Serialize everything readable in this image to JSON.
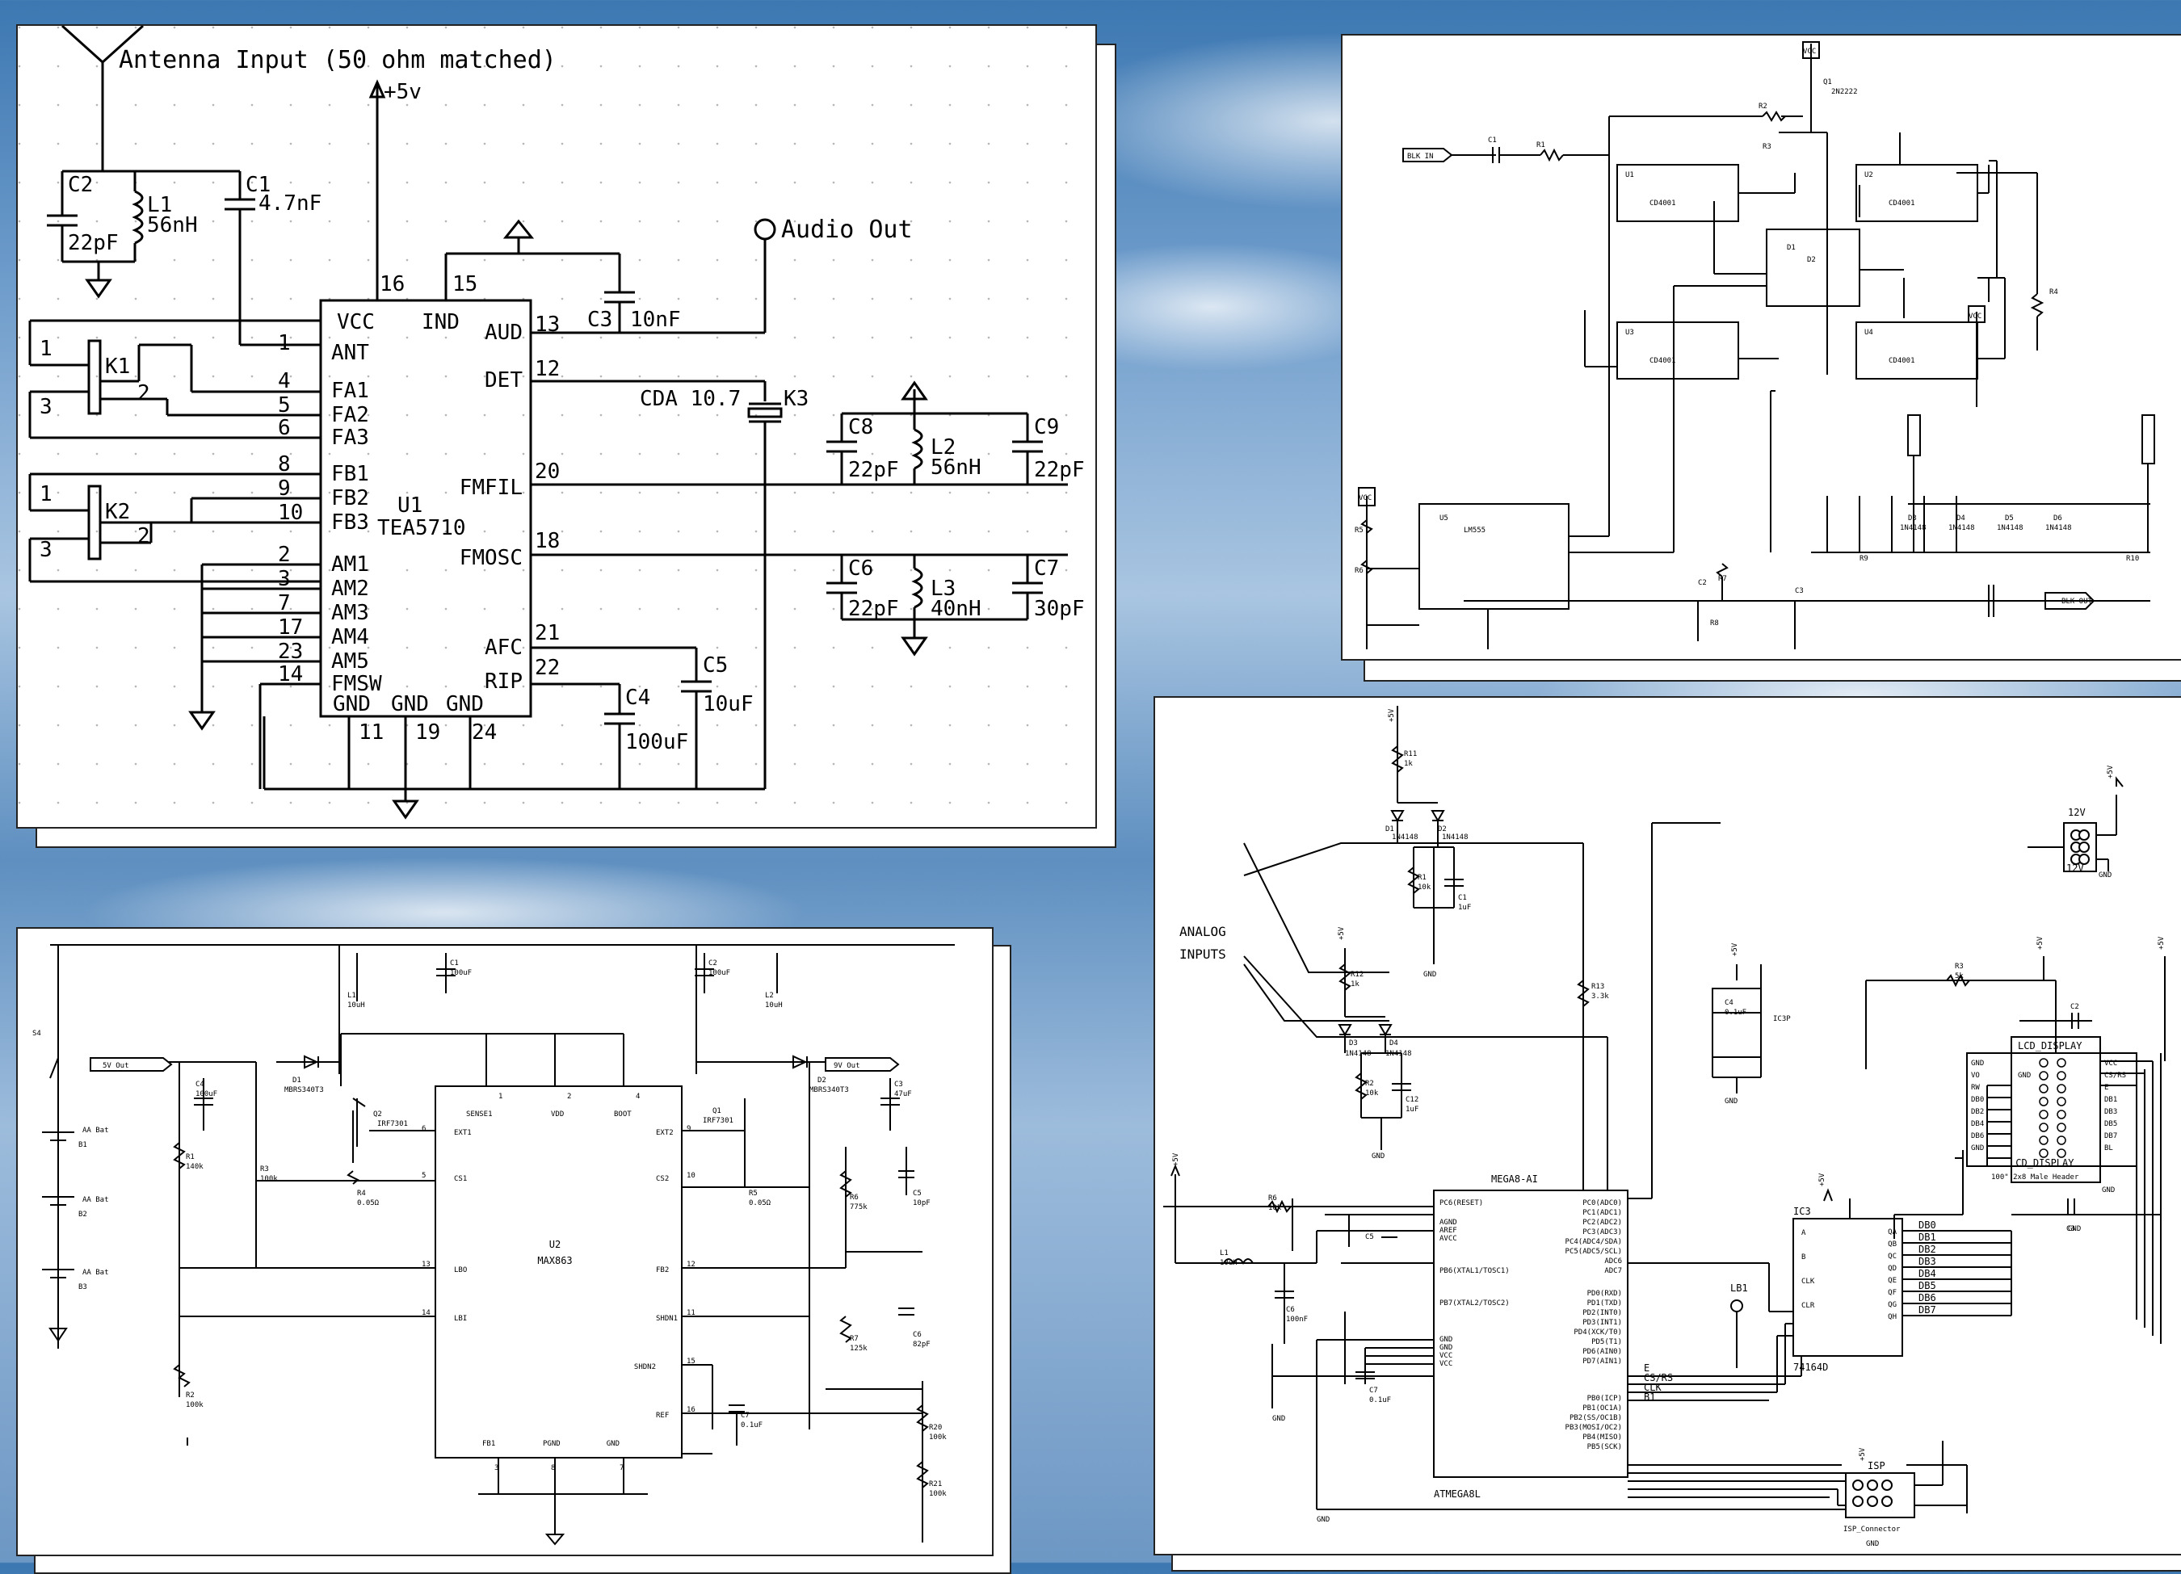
{
  "fm_schematic": {
    "antenna_label": "Antenna Input (50 ohm matched)",
    "supply_label": "+5v",
    "audio_out_label": "Audio Out",
    "ic_ref": "U1",
    "ic_part": "TEA5710",
    "pins_left": [
      "ANT",
      "FA1",
      "FA2",
      "FA3",
      "FB1",
      "FB2",
      "FB3",
      "AM1",
      "AM2",
      "AM3",
      "AM4",
      "AM5",
      "FMSW"
    ],
    "pin_nums_left": [
      "1",
      "4",
      "5",
      "6",
      "8",
      "9",
      "10",
      "2",
      "3",
      "7",
      "17",
      "23",
      "14"
    ],
    "pins_top": [
      "VCC",
      "IND"
    ],
    "pin_nums_top": [
      "16",
      "15"
    ],
    "pins_right": [
      "AUD",
      "DET",
      "FMFIL",
      "FMOSC",
      "AFC",
      "RIP"
    ],
    "pin_nums_right": [
      "13",
      "12",
      "20",
      "18",
      "21",
      "22"
    ],
    "pins_bottom": [
      "GND",
      "GND",
      "GND"
    ],
    "pin_nums_bottom": [
      "11",
      "19",
      "24"
    ],
    "components": {
      "c2": "C2",
      "c2_val": "22pF",
      "l1": "L1",
      "l1_val": "56nH",
      "c1": "C1",
      "c1_val": "4.7nF",
      "c3": "C3",
      "c3_val": "10nF",
      "k3": "CDA 10.7",
      "k3_ref": "K3",
      "c8": "C8",
      "c8_val": "22pF",
      "l2": "L2",
      "l2_val": "56nH",
      "c9": "C9",
      "c9_val": "22pF",
      "c6": "C6",
      "c6_val": "22pF",
      "l3": "L3",
      "l3_val": "40nH",
      "c7": "C7",
      "c7_val": "30pF",
      "c4": "C4",
      "c4_val": "100uF",
      "c5": "C5",
      "c5_val": "10uF",
      "k1": "K1",
      "k2": "K2",
      "k_pin1": "1",
      "k_pin2": "2",
      "k_pin3": "3"
    }
  },
  "dcdc_schematic": {
    "ic_ref": "U2",
    "ic_part": "MAX863",
    "pins": [
      "SENSE1",
      "VDD",
      "BOOT",
      "EXT1",
      "EXT2",
      "CS1",
      "CS2",
      "LBO",
      "FB2",
      "LBI",
      "SHDN1",
      "SHDN2",
      "REF",
      "FB1",
      "PGND",
      "GND"
    ],
    "pin_nums": [
      "1",
      "2",
      "4",
      "6",
      "9",
      "5",
      "10",
      "13",
      "12",
      "14",
      "11",
      "15",
      "16",
      "3",
      "8",
      "7"
    ],
    "labels": [
      "5V Out",
      "9V Out",
      "S4",
      "AA Bat",
      "B1",
      "AA Bat",
      "B2",
      "AA Bat",
      "B3",
      "D1",
      "MBRS340T3",
      "D2",
      "MBRS340T3",
      "Q2",
      "IRF7301",
      "Q1",
      "IRF7301",
      "L1",
      "10uH",
      "L2",
      "10uH",
      "C1",
      "100uF",
      "C2",
      "100uF",
      "C4",
      "100uF",
      "C3",
      "47uF",
      "R1",
      "140k",
      "R3",
      "100k",
      "R4",
      "0.05Ω",
      "R5",
      "0.05Ω",
      "R6",
      "775k",
      "R7",
      "125k",
      "C5",
      "10pF",
      "C6",
      "82pF",
      "R2",
      "100k",
      "R20",
      "100k",
      "R21",
      "100k",
      "C7",
      "0.1uF"
    ]
  },
  "oscillator_schematic": {
    "labels": [
      "BLK IN",
      "C1",
      "R1",
      "U1",
      "CD4001",
      "U2",
      "CD4001",
      "U3",
      "CD4001",
      "U4",
      "CD4001",
      "Q1",
      "2N2222",
      "R2",
      "R3",
      "D1",
      "D2",
      "R4",
      "VCC",
      "VCC",
      "VCC",
      "R5",
      "R6",
      "U5",
      "LM555",
      "R7",
      "C2",
      "C3",
      "R8",
      "BLK OUT",
      "D3",
      "D4",
      "D5",
      "D6",
      "1N4148",
      "1N4148",
      "1N4148",
      "1N4148",
      "R9",
      "R10"
    ]
  },
  "avr_schematic": {
    "analog_inputs_line1": "ANALOG",
    "analog_inputs_line2": "INPUTS",
    "mcu_name_top": "MEGA8-AI",
    "mcu_name_bottom": "ATMEGA8L",
    "mcu_pins_left": [
      "PC6(RESET)",
      "AGND",
      "AREF",
      "AVCC",
      "PB6(XTAL1/TOSC1)",
      "PB7(XTAL2/TOSC2)",
      "GND",
      "GND",
      "VCC",
      "VCC"
    ],
    "mcu_pins_right": [
      "PC0(ADC0)",
      "PC1(ADC1)",
      "PC2(ADC2)",
      "PC3(ADC3)",
      "PC4(ADC4/SDA)",
      "PC5(ADC5/SCL)",
      "ADC6",
      "ADC7",
      "PD0(RXD)",
      "PD1(TXD)",
      "PD2(INT0)",
      "PD3(INT1)",
      "PD4(XCK/T0)",
      "PD5(T1)",
      "PD6(AIN0)",
      "PD7(AIN1)",
      "PB0(ICP)",
      "PB1(OC1A)",
      "PB2(SS/OC1B)",
      "PB3(MOSI/OC2)",
      "PB4(MISO)",
      "PB5(SCK)"
    ],
    "shift_ref": "IC3",
    "shift_part": "74164D",
    "shift_pins_left": [
      "A",
      "B",
      "CLK",
      "CLR"
    ],
    "shift_pins_right": [
      "QA",
      "QB",
      "QC",
      "QD",
      "QE",
      "QF",
      "QG",
      "QH"
    ],
    "db_lines": [
      "DB0",
      "DB1",
      "DB2",
      "DB3",
      "DB4",
      "DB5",
      "DB6",
      "DB7"
    ],
    "net_labels": [
      "E",
      "CS/RS",
      "CLK",
      "B1",
      "LB1"
    ],
    "lcd_title": "LCD_DISPLAY",
    "lcd_pins_left": [
      "GND",
      "VO",
      "RW",
      "DB0",
      "DB2",
      "DB4",
      "DB6",
      "GND"
    ],
    "lcd_pins_right": [
      "VCC",
      "CS/RS",
      "E",
      "DB1",
      "DB3",
      "DB5",
      "DB7",
      "BL"
    ],
    "lcd_caption": "LCD_DISPLAY",
    "lcd_header": "100\" 2x8 Male Header",
    "conn12v": "12V",
    "isp": "ISP",
    "isp_caption": "ISP_Connector",
    "parts": [
      "R11",
      "1k",
      "D1",
      "D2",
      "1N4148",
      "1N4148",
      "R1",
      "10k",
      "C1",
      "1uF",
      "R12",
      "1k",
      "D3",
      "D4",
      "1N4148",
      "1N4148",
      "R2",
      "10k",
      "C12",
      "1uF",
      "R13",
      "3.3k",
      "C4",
      "0.1uF",
      "IC3P",
      "R3",
      "5k",
      "C2",
      "C3",
      "R6",
      "10k",
      "L1",
      "10uH",
      "C6",
      "100nF",
      "C5",
      "C7",
      "0.1uF"
    ],
    "supply": "+5V",
    "gnd": "GND"
  }
}
